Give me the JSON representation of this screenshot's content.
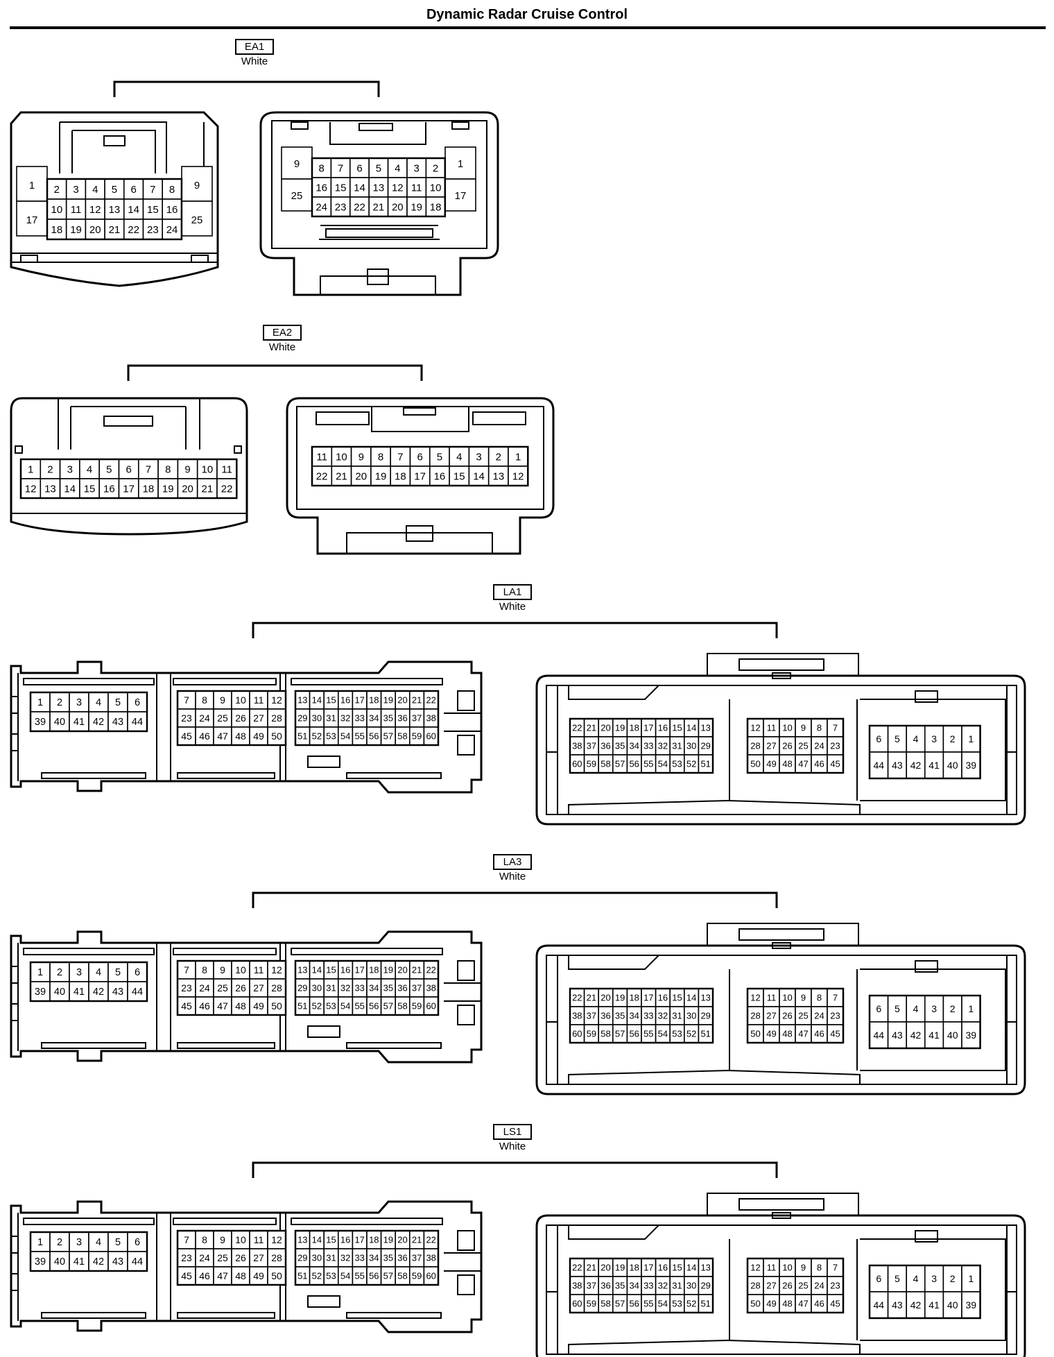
{
  "title": "Dynamic Radar Cruise Control",
  "connectors": [
    {
      "code": "EA1",
      "color": "White",
      "views": [
        {
          "rows": [
            [
              "1",
              "2",
              "3",
              "4",
              "5",
              "6",
              "7",
              "8",
              "9"
            ],
            [
              "17",
              "10",
              "11",
              "12",
              "13",
              "14",
              "15",
              "16",
              "25"
            ],
            [
              "",
              "18",
              "19",
              "20",
              "21",
              "22",
              "23",
              "24",
              ""
            ]
          ]
        },
        {
          "rows": [
            [
              "9",
              "8",
              "7",
              "6",
              "5",
              "4",
              "3",
              "2",
              "1"
            ],
            [
              "25",
              "16",
              "15",
              "14",
              "13",
              "12",
              "11",
              "10",
              "17"
            ],
            [
              "",
              "24",
              "23",
              "22",
              "21",
              "20",
              "19",
              "18",
              ""
            ]
          ]
        }
      ]
    },
    {
      "code": "EA2",
      "color": "White",
      "views": [
        {
          "rows": [
            [
              "1",
              "2",
              "3",
              "4",
              "5",
              "6",
              "7",
              "8",
              "9",
              "10",
              "11"
            ],
            [
              "12",
              "13",
              "14",
              "15",
              "16",
              "17",
              "18",
              "19",
              "20",
              "21",
              "22"
            ]
          ]
        },
        {
          "rows": [
            [
              "11",
              "10",
              "9",
              "8",
              "7",
              "6",
              "5",
              "4",
              "3",
              "2",
              "1"
            ],
            [
              "22",
              "21",
              "20",
              "19",
              "18",
              "17",
              "16",
              "15",
              "14",
              "13",
              "12"
            ]
          ]
        }
      ]
    },
    {
      "code": "LA1",
      "color": "White",
      "views": [
        {
          "blocks": [
            [
              [
                "1",
                "2",
                "3",
                "4",
                "5",
                "6"
              ],
              [
                "39",
                "40",
                "41",
                "42",
                "43",
                "44"
              ]
            ],
            [
              [
                "7",
                "8",
                "9",
                "10",
                "11",
                "12"
              ],
              [
                "23",
                "24",
                "25",
                "26",
                "27",
                "28"
              ],
              [
                "45",
                "46",
                "47",
                "48",
                "49",
                "50"
              ]
            ],
            [
              [
                "13",
                "14",
                "15",
                "16",
                "17",
                "18",
                "19",
                "20",
                "21",
                "22"
              ],
              [
                "29",
                "30",
                "31",
                "32",
                "33",
                "34",
                "35",
                "36",
                "37",
                "38"
              ],
              [
                "51",
                "52",
                "53",
                "54",
                "55",
                "56",
                "57",
                "58",
                "59",
                "60"
              ]
            ]
          ]
        },
        {
          "blocks": [
            [
              [
                "22",
                "21",
                "20",
                "19",
                "18",
                "17",
                "16",
                "15",
                "14",
                "13"
              ],
              [
                "38",
                "37",
                "36",
                "35",
                "34",
                "33",
                "32",
                "31",
                "30",
                "29"
              ],
              [
                "60",
                "59",
                "58",
                "57",
                "56",
                "55",
                "54",
                "53",
                "52",
                "51"
              ]
            ],
            [
              [
                "12",
                "11",
                "10",
                "9",
                "8",
                "7"
              ],
              [
                "28",
                "27",
                "26",
                "25",
                "24",
                "23"
              ],
              [
                "50",
                "49",
                "48",
                "47",
                "46",
                "45"
              ]
            ],
            [
              [
                "6",
                "5",
                "4",
                "3",
                "2",
                "1"
              ],
              [
                "44",
                "43",
                "42",
                "41",
                "40",
                "39"
              ]
            ]
          ]
        }
      ]
    },
    {
      "code": "LA3",
      "color": "White",
      "views": [
        {
          "blocks": [
            [
              [
                "1",
                "2",
                "3",
                "4",
                "5",
                "6"
              ],
              [
                "39",
                "40",
                "41",
                "42",
                "43",
                "44"
              ]
            ],
            [
              [
                "7",
                "8",
                "9",
                "10",
                "11",
                "12"
              ],
              [
                "23",
                "24",
                "25",
                "26",
                "27",
                "28"
              ],
              [
                "45",
                "46",
                "47",
                "48",
                "49",
                "50"
              ]
            ],
            [
              [
                "13",
                "14",
                "15",
                "16",
                "17",
                "18",
                "19",
                "20",
                "21",
                "22"
              ],
              [
                "29",
                "30",
                "31",
                "32",
                "33",
                "34",
                "35",
                "36",
                "37",
                "38"
              ],
              [
                "51",
                "52",
                "53",
                "54",
                "55",
                "56",
                "57",
                "58",
                "59",
                "60"
              ]
            ]
          ]
        },
        {
          "blocks": [
            [
              [
                "22",
                "21",
                "20",
                "19",
                "18",
                "17",
                "16",
                "15",
                "14",
                "13"
              ],
              [
                "38",
                "37",
                "36",
                "35",
                "34",
                "33",
                "32",
                "31",
                "30",
                "29"
              ],
              [
                "60",
                "59",
                "58",
                "57",
                "56",
                "55",
                "54",
                "53",
                "52",
                "51"
              ]
            ],
            [
              [
                "12",
                "11",
                "10",
                "9",
                "8",
                "7"
              ],
              [
                "28",
                "27",
                "26",
                "25",
                "24",
                "23"
              ],
              [
                "50",
                "49",
                "48",
                "47",
                "46",
                "45"
              ]
            ],
            [
              [
                "6",
                "5",
                "4",
                "3",
                "2",
                "1"
              ],
              [
                "44",
                "43",
                "42",
                "41",
                "40",
                "39"
              ]
            ]
          ]
        }
      ]
    },
    {
      "code": "LS1",
      "color": "White",
      "views": [
        {
          "blocks": [
            [
              [
                "1",
                "2",
                "3",
                "4",
                "5",
                "6"
              ],
              [
                "39",
                "40",
                "41",
                "42",
                "43",
                "44"
              ]
            ],
            [
              [
                "7",
                "8",
                "9",
                "10",
                "11",
                "12"
              ],
              [
                "23",
                "24",
                "25",
                "26",
                "27",
                "28"
              ],
              [
                "45",
                "46",
                "47",
                "48",
                "49",
                "50"
              ]
            ],
            [
              [
                "13",
                "14",
                "15",
                "16",
                "17",
                "18",
                "19",
                "20",
                "21",
                "22"
              ],
              [
                "29",
                "30",
                "31",
                "32",
                "33",
                "34",
                "35",
                "36",
                "37",
                "38"
              ],
              [
                "51",
                "52",
                "53",
                "54",
                "55",
                "56",
                "57",
                "58",
                "59",
                "60"
              ]
            ]
          ]
        },
        {
          "blocks": [
            [
              [
                "22",
                "21",
                "20",
                "19",
                "18",
                "17",
                "16",
                "15",
                "14",
                "13"
              ],
              [
                "38",
                "37",
                "36",
                "35",
                "34",
                "33",
                "32",
                "31",
                "30",
                "29"
              ],
              [
                "60",
                "59",
                "58",
                "57",
                "56",
                "55",
                "54",
                "53",
                "52",
                "51"
              ]
            ],
            [
              [
                "12",
                "11",
                "10",
                "9",
                "8",
                "7"
              ],
              [
                "28",
                "27",
                "26",
                "25",
                "24",
                "23"
              ],
              [
                "50",
                "49",
                "48",
                "47",
                "46",
                "45"
              ]
            ],
            [
              [
                "6",
                "5",
                "4",
                "3",
                "2",
                "1"
              ],
              [
                "44",
                "43",
                "42",
                "41",
                "40",
                "39"
              ]
            ]
          ]
        }
      ]
    }
  ]
}
